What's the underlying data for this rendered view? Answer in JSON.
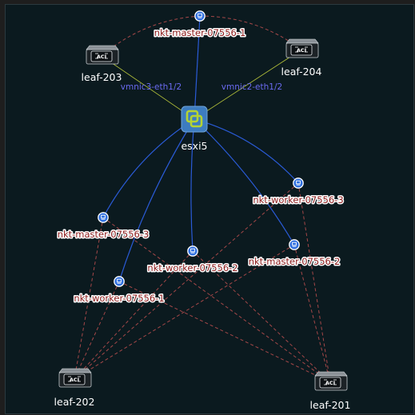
{
  "topology": {
    "hosts": [
      {
        "id": "esxi5",
        "label": "esxi5"
      }
    ],
    "switches": [
      {
        "id": "leaf-203",
        "label": "leaf-203",
        "badge": "ACI"
      },
      {
        "id": "leaf-204",
        "label": "leaf-204",
        "badge": "ACI"
      },
      {
        "id": "leaf-202",
        "label": "leaf-202",
        "badge": "ACI"
      },
      {
        "id": "leaf-201",
        "label": "leaf-201",
        "badge": "ACI"
      }
    ],
    "vms": [
      {
        "id": "nkt-master-07556-1",
        "label": "nkt-master-07556-1"
      },
      {
        "id": "nkt-worker-07556-3",
        "label": "nkt-worker-07556-3"
      },
      {
        "id": "nkt-master-07556-3",
        "label": "nkt-master-07556-3"
      },
      {
        "id": "nkt-worker-07556-2",
        "label": "nkt-worker-07556-2"
      },
      {
        "id": "nkt-master-07556-2",
        "label": "nkt-master-07556-2"
      },
      {
        "id": "nkt-worker-07556-1",
        "label": "nkt-worker-07556-1"
      }
    ],
    "uplinks": [
      {
        "from": "esxi5",
        "to": "leaf-203",
        "label": "vmnic3-eth1/2"
      },
      {
        "from": "esxi5",
        "to": "leaf-204",
        "label": "vmnic2-eth1/2"
      }
    ],
    "host_vm_links": [
      {
        "from": "esxi5",
        "to": "nkt-master-07556-1"
      },
      {
        "from": "esxi5",
        "to": "nkt-worker-07556-3"
      },
      {
        "from": "esxi5",
        "to": "nkt-master-07556-3"
      },
      {
        "from": "esxi5",
        "to": "nkt-worker-07556-2"
      },
      {
        "from": "esxi5",
        "to": "nkt-master-07556-2"
      },
      {
        "from": "esxi5",
        "to": "nkt-worker-07556-1"
      }
    ],
    "vm_switch_links": [
      {
        "from": "nkt-master-07556-1",
        "to": "leaf-203"
      },
      {
        "from": "nkt-master-07556-1",
        "to": "leaf-204"
      },
      {
        "from": "nkt-master-07556-3",
        "to": "leaf-202"
      },
      {
        "from": "nkt-master-07556-3",
        "to": "leaf-201"
      },
      {
        "from": "nkt-worker-07556-1",
        "to": "leaf-202"
      },
      {
        "from": "nkt-worker-07556-1",
        "to": "leaf-201"
      },
      {
        "from": "nkt-worker-07556-2",
        "to": "leaf-202"
      },
      {
        "from": "nkt-worker-07556-2",
        "to": "leaf-201"
      },
      {
        "from": "nkt-master-07556-2",
        "to": "leaf-202"
      },
      {
        "from": "nkt-master-07556-2",
        "to": "leaf-201"
      },
      {
        "from": "nkt-worker-07556-3",
        "to": "leaf-202"
      },
      {
        "from": "nkt-worker-07556-3",
        "to": "leaf-201"
      }
    ]
  },
  "colors": {
    "background": "#0b1a1f",
    "host_link": "#2a5bd7",
    "uplink": "#b7c43a",
    "vm_link_dashed": "#c05050",
    "vm_icon": "#2f6fe0",
    "host_icon": "#3d7cc0",
    "host_glyph": "#b5d333",
    "vm_label": "#8b1a1a",
    "uplink_label": "#6a6af0",
    "node_label": "#ffffff"
  },
  "icons": {
    "vm": "vm-icon",
    "host": "vmware-host-icon",
    "switch": "aci-switch-icon"
  }
}
